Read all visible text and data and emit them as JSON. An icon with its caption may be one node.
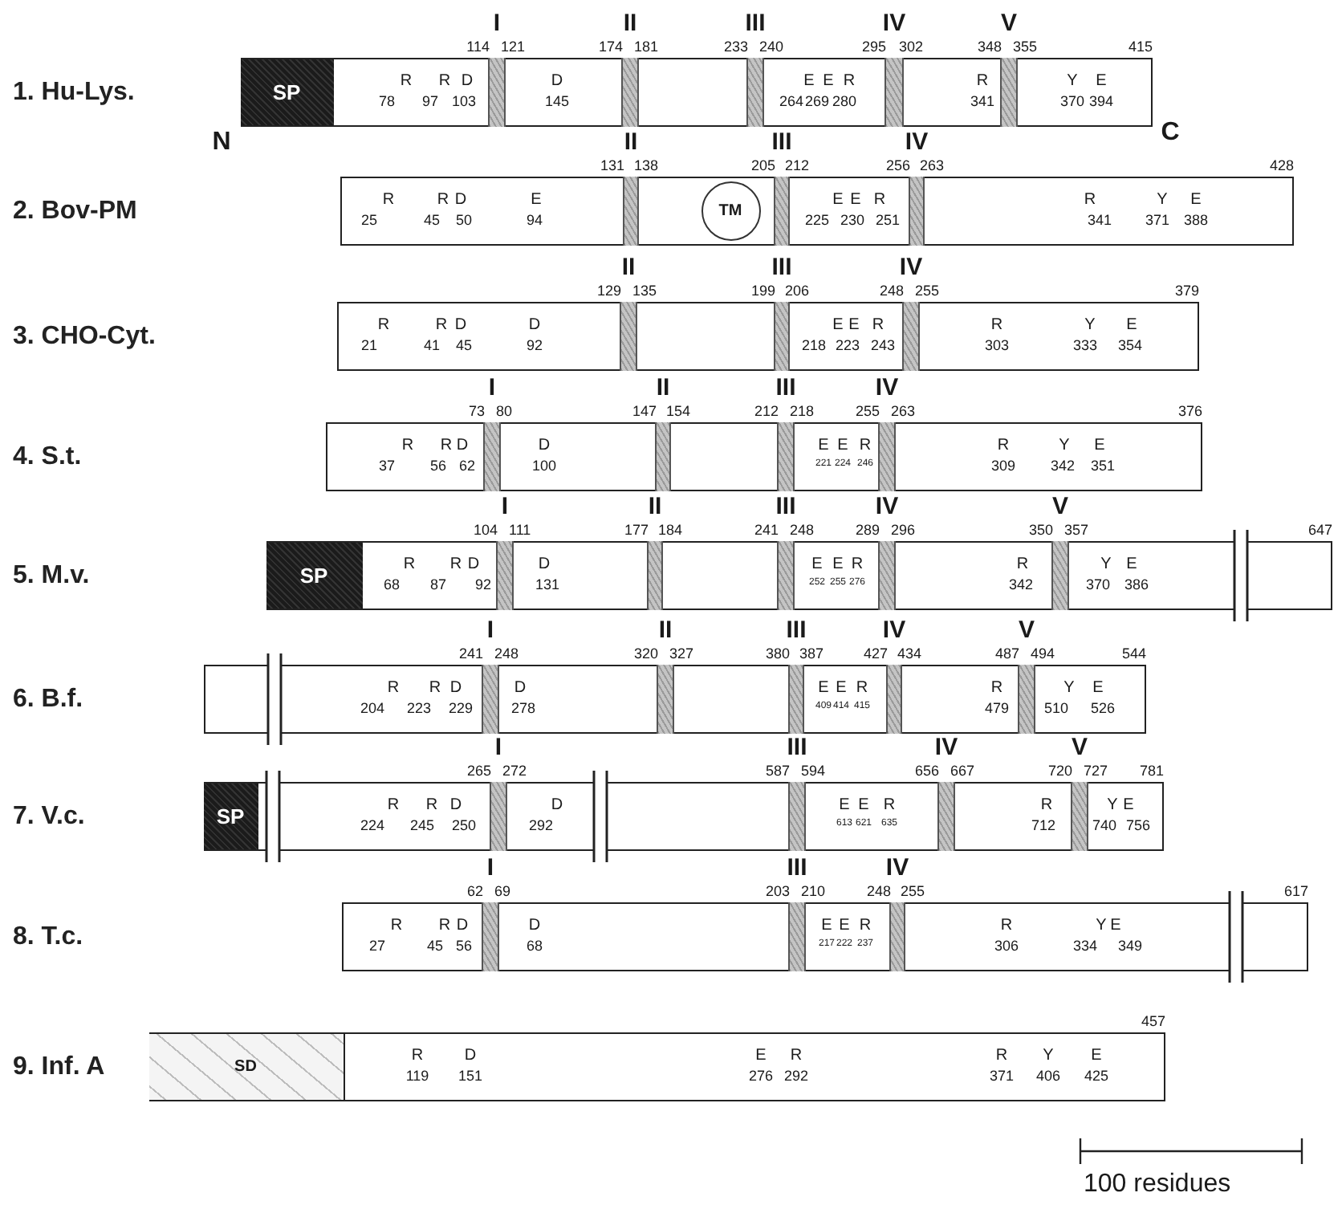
{
  "diagram": {
    "nodes": [
      {
        "text": [],
        "shape": "box"
      },
      {
        "text": [
          "SP"
        ],
        "in": 0
      },
      {
        "text": [],
        "shape": "box"
      },
      {
        "text": [
          "TM"
        ],
        "in": 2
      },
      {
        "text": [],
        "shape": "box"
      },
      {
        "text": [],
        "shape": "box"
      },
      {
        "text": [],
        "shape": "box"
      },
      {
        "text": [
          "SP"
        ],
        "in": 6
      },
      {
        "text": [],
        "shape": "box"
      },
      {
        "text": [],
        "shape": "box"
      },
      {
        "text": [
          "SP"
        ],
        "in": 9
      },
      {
        "text": [],
        "shape": "box"
      },
      {
        "text": [],
        "shape": "box"
      },
      {
        "text": [
          "SD"
        ],
        "in": 12
      }
    ],
    "labels": [
      "I",
      "II",
      "III",
      "IV",
      "V",
      "114",
      "121",
      "174",
      "181",
      "233",
      "240",
      "295",
      "302",
      "348",
      "355",
      "415",
      "1. Hu-Lys.",
      "R",
      "R",
      "D",
      "D",
      "E",
      "E",
      "R",
      "R",
      "Y",
      "E",
      "78",
      "97",
      "103",
      "145",
      "264",
      "269",
      "280",
      "341",
      "370",
      "394",
      "N",
      "C",
      "II",
      "III",
      "IV",
      "131",
      "138",
      "205",
      "212",
      "256",
      "263",
      "428",
      "2. Bov-PM",
      "R",
      "R",
      "D",
      "E",
      "E",
      "E",
      "R",
      "R",
      "Y",
      "E",
      "25",
      "45",
      "50",
      "94",
      "225",
      "230",
      "251",
      "341",
      "371",
      "388",
      "II",
      "III",
      "IV",
      "129",
      "135",
      "199",
      "206",
      "248",
      "255",
      "379",
      "3. CHO-Cyt.",
      "R",
      "R",
      "D",
      "D",
      "E",
      "E",
      "R",
      "R",
      "Y",
      "E",
      "21",
      "41",
      "45",
      "92",
      "218",
      "223",
      "243",
      "303",
      "333",
      "354",
      "I",
      "II",
      "III",
      "IV",
      "73",
      "80",
      "147",
      "154",
      "212",
      "218",
      "255",
      "263",
      "376",
      "4. S.t.",
      "R",
      "R",
      "D",
      "D",
      "E",
      "E",
      "R",
      "R",
      "Y",
      "E",
      "37",
      "56",
      "62",
      "100",
      "221",
      "224",
      "246",
      "309",
      "342",
      "351",
      "I",
      "II",
      "III",
      "IV",
      "V",
      "104",
      "111",
      "177",
      "184",
      "241",
      "248",
      "289",
      "296",
      "350",
      "357",
      "647",
      "5. M.v.",
      "R",
      "R",
      "D",
      "D",
      "E",
      "E",
      "R",
      "R",
      "Y",
      "E",
      "68",
      "87",
      "92",
      "131",
      "252",
      "255",
      "276",
      "342",
      "370",
      "386",
      "I",
      "II",
      "III",
      "IV",
      "V",
      "241",
      "248",
      "320",
      "327",
      "380",
      "387",
      "427",
      "434",
      "487",
      "494",
      "544",
      "6. B.f.",
      "R",
      "R",
      "D",
      "D",
      "E",
      "E",
      "R",
      "R",
      "Y",
      "E",
      "204",
      "223",
      "229",
      "278",
      "409",
      "414",
      "415",
      "479",
      "510",
      "526",
      "I",
      "III",
      "IV",
      "V",
      "265",
      "272",
      "587",
      "594",
      "656",
      "667",
      "720",
      "727",
      "781",
      "7. V.c.",
      "R",
      "R",
      "D",
      "D",
      "E",
      "E",
      "R",
      "R",
      "Y",
      "E",
      "224",
      "245",
      "250",
      "292",
      "613",
      "621",
      "635",
      "712",
      "740",
      "756",
      "I",
      "III",
      "IV",
      "62",
      "69",
      "203",
      "210",
      "248",
      "255",
      "617",
      "8. T.c.",
      "R",
      "R",
      "D",
      "D",
      "E",
      "E",
      "R",
      "R",
      "Y",
      "E",
      "27",
      "45",
      "56",
      "68",
      "217",
      "222",
      "237",
      "306",
      "334",
      "349",
      "457",
      "9. Inf. A",
      "R",
      "D",
      "E",
      "R",
      "R",
      "Y",
      "E",
      "119",
      "151",
      "276",
      "292",
      "371",
      "406",
      "425",
      "100 residues"
    ]
  }
}
